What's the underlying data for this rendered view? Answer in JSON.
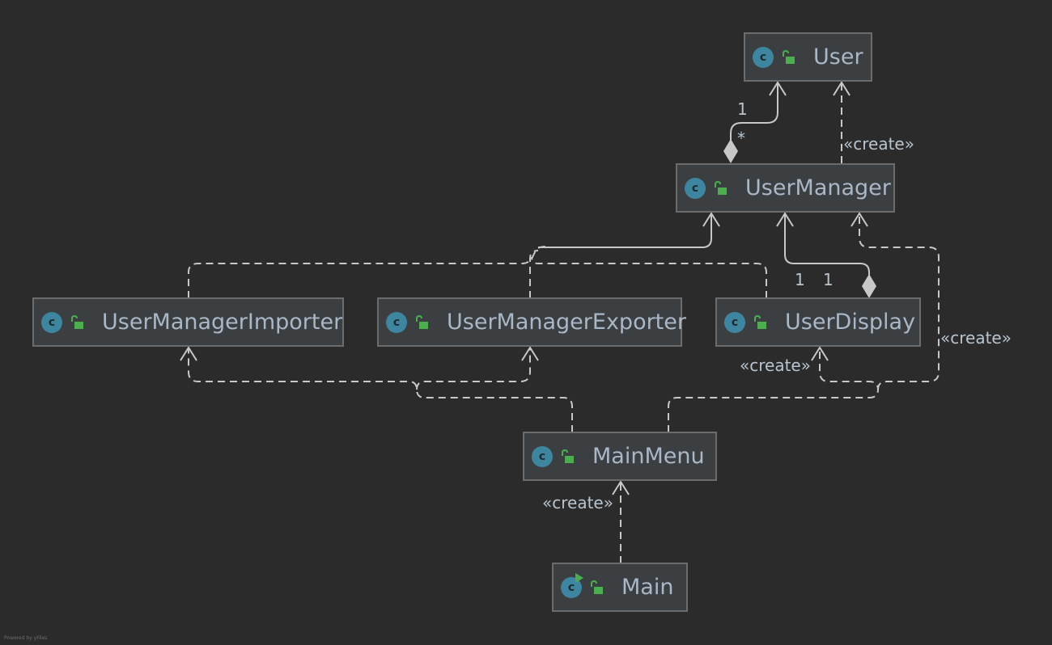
{
  "colors": {
    "background": "#2b2b2b",
    "node_fill": "#3c3f41",
    "node_border": "#6c6c6c",
    "label_text": "#a9b7c6",
    "edge_stroke": "#c8c8c8",
    "class_icon": "#3e86a0",
    "lock_icon": "#4cae4f"
  },
  "nodes": {
    "user": {
      "name": "User",
      "icon": "class-icon"
    },
    "user_manager": {
      "name": "UserManager",
      "icon": "class-icon"
    },
    "user_manager_importer": {
      "name": "UserManagerImporter",
      "icon": "class-icon"
    },
    "user_manager_exporter": {
      "name": "UserManagerExporter",
      "icon": "class-icon"
    },
    "user_display": {
      "name": "UserDisplay",
      "icon": "class-icon"
    },
    "main_menu": {
      "name": "MainMenu",
      "icon": "class-icon"
    },
    "main": {
      "name": "Main",
      "icon": "runnable-class-icon"
    }
  },
  "edges": [
    {
      "from": "UserManager",
      "to": "User",
      "kind": "composition",
      "source_multiplicity": "*",
      "target_multiplicity": "1"
    },
    {
      "from": "UserManager",
      "to": "User",
      "kind": "dependency",
      "stereotype": "«create»"
    },
    {
      "from": "UserManagerImporter",
      "to": "UserManager",
      "kind": "dependency"
    },
    {
      "from": "UserManagerExporter",
      "to": "UserManager",
      "kind": "dependency"
    },
    {
      "from": "UserDisplay",
      "to": "UserManager",
      "kind": "dependency"
    },
    {
      "from": "UserDisplay",
      "to": "UserManager",
      "kind": "composition",
      "source_multiplicity": "1",
      "target_multiplicity": "1"
    },
    {
      "from": "MainMenu",
      "to": "UserManagerImporter",
      "kind": "dependency"
    },
    {
      "from": "MainMenu",
      "to": "UserManagerExporter",
      "kind": "dependency"
    },
    {
      "from": "MainMenu",
      "to": "UserDisplay",
      "kind": "dependency",
      "stereotype": "«create»"
    },
    {
      "from": "MainMenu",
      "to": "UserManager",
      "kind": "dependency",
      "stereotype": "«create»"
    },
    {
      "from": "Main",
      "to": "MainMenu",
      "kind": "dependency",
      "stereotype": "«create»"
    }
  ],
  "labels": {
    "create_user": "«create»",
    "create_user_manager": "«create»",
    "create_user_display": "«create»",
    "create_main_menu": "«create»",
    "mult_user_one": "1",
    "mult_user_many": "*",
    "mult_display_one_a": "1",
    "mult_display_one_b": "1"
  },
  "footer": "Powered by yFiles"
}
